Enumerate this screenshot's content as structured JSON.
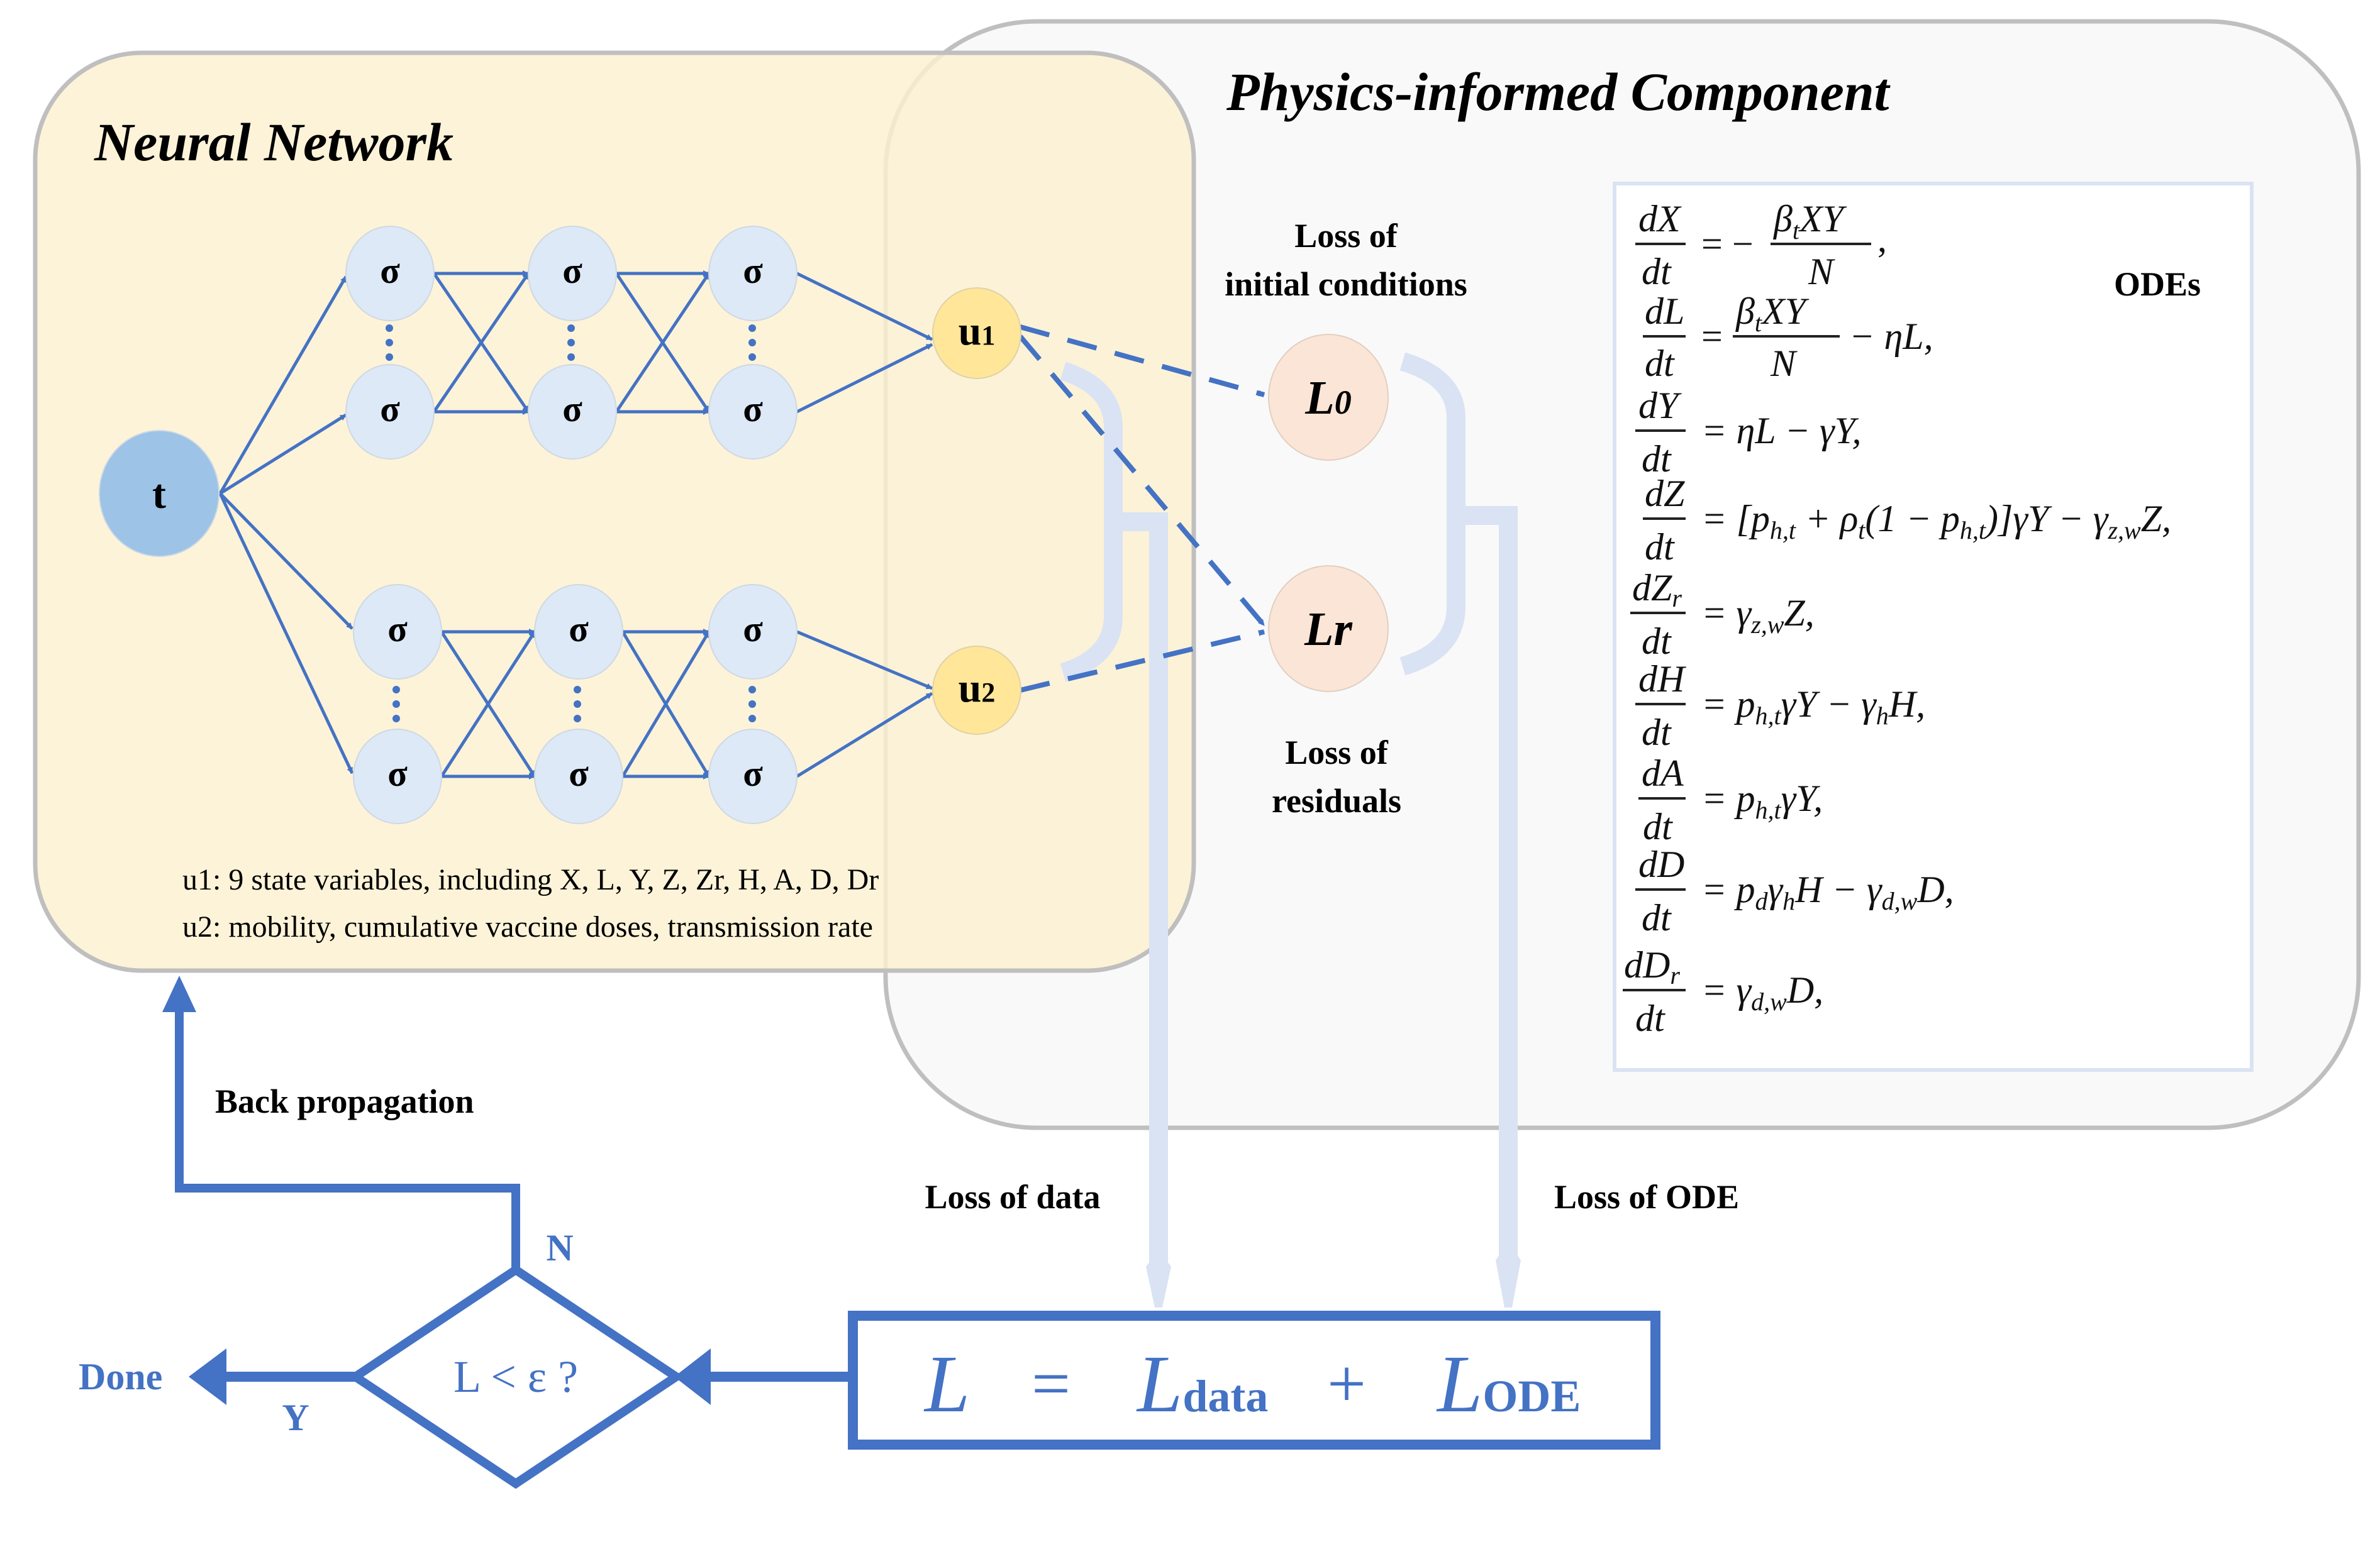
{
  "titles": {
    "neural_network": "Neural Network",
    "physics_component": "Physics-informed Component"
  },
  "nodes": {
    "input": "t",
    "hidden": "σ",
    "ellipsis": "⋮",
    "outputs": [
      {
        "base": "u",
        "sub": "1"
      },
      {
        "base": "u",
        "sub": "2"
      }
    ],
    "losses": [
      {
        "base": "L",
        "sub": "0"
      },
      {
        "base": "L",
        "sub": "r"
      }
    ]
  },
  "loss_labels": {
    "initial_line1": "Loss of",
    "initial_line2": "initial conditions",
    "residual_line1": "Loss of",
    "residual_line2": "residuals",
    "data": "Loss of data",
    "ode": "Loss of ODE"
  },
  "captions": {
    "u1": "u1: 9 state variables, including X, L, Y, Z, Zr, H, A, D, Dr",
    "u2": "u2: mobility, cumulative vaccine doses, transmission rate"
  },
  "odes": {
    "label": "ODEs",
    "equations": [
      {
        "lhs_num": "dX",
        "lhs_den": "dt",
        "rhs": "= −β_t XY / N,"
      },
      {
        "lhs_num": "dL",
        "lhs_den": "dt",
        "rhs": "= β_t XY / N − ηL,"
      },
      {
        "lhs_num": "dY",
        "lhs_den": "dt",
        "rhs": "= ηL − γY,"
      },
      {
        "lhs_num": "dZ",
        "lhs_den": "dt",
        "rhs": "= [p_h,t + ρ_t(1 − p_h,t)]γY − γ_z,w Z,"
      },
      {
        "lhs_num": "dZ_r",
        "lhs_den": "dt",
        "rhs": "= γ_z,w Z,"
      },
      {
        "lhs_num": "dH",
        "lhs_den": "dt",
        "rhs": "= p_h,t γY − γ_h H,"
      },
      {
        "lhs_num": "dA",
        "lhs_den": "dt",
        "rhs": "= p_h,t γY,"
      },
      {
        "lhs_num": "dD",
        "lhs_den": "dt",
        "rhs": "= p_d γ_h H − γ_d,w D,"
      },
      {
        "lhs_num": "dD_r",
        "lhs_den": "dt",
        "rhs": "= γ_d,w D,"
      }
    ],
    "rendered": {
      "e1": {
        "num": "dX",
        "den": "dt",
        "rhs_a": "= −",
        "frac_num_b": "β",
        "frac_num_sub": "t",
        "frac_num_c": "XY",
        "frac_den": "N",
        "tail": ","
      },
      "e2": {
        "num": "dL",
        "den": "dt",
        "rhs_a": "=",
        "frac_num_b": "β",
        "frac_num_sub": "t",
        "frac_num_c": "XY",
        "frac_den": "N",
        "tail": "− ηL,"
      },
      "e3": {
        "num": "dY",
        "den": "dt",
        "rhs": "= ηL − γY,"
      },
      "e4": {
        "num": "dZ",
        "den": "dt",
        "p1": "= [p",
        "s1": "h,t",
        "p2": " + ρ",
        "s2": "t",
        "p3": "(1 − p",
        "s3": "h,t",
        "p4": ")]γY − γ",
        "s4": "z,w",
        "p5": "Z,"
      },
      "e5": {
        "num": "dZ",
        "num_sub": "r",
        "den": "dt",
        "p1": "= γ",
        "s1": "z,w",
        "p2": "Z,"
      },
      "e6": {
        "num": "dH",
        "den": "dt",
        "p1": "= p",
        "s1": "h,t",
        "p2": "γY − γ",
        "s2": "h",
        "p3": "H,"
      },
      "e7": {
        "num": "dA",
        "den": "dt",
        "p1": "= p",
        "s1": "h,t",
        "p2": "γY,"
      },
      "e8": {
        "num": "dD",
        "den": "dt",
        "p1": "= p",
        "s1": "d",
        "p2": "γ",
        "s2": "h",
        "p3": "H − γ",
        "s3": "d,w",
        "p4": "D,"
      },
      "e9": {
        "num": "dD",
        "num_sub": "r",
        "den": "dt",
        "p1": "= γ",
        "s1": "d,w",
        "p2": "D,"
      }
    }
  },
  "total_loss": {
    "lhs": "L",
    "equals": "=",
    "term1_base": "L",
    "term1_sub": "data",
    "plus": "+",
    "term2_base": "L",
    "term2_sub": "ODE"
  },
  "decision": {
    "condition": "L < ε ?",
    "yes_label": "Y",
    "no_label": "N",
    "done_label": "Done",
    "back_label": "Back propagation"
  },
  "colors": {
    "accent_blue": "#4472c4",
    "nn_background": "#fdf2d6",
    "physics_background": "#f9f9f9",
    "box_border": "#bfbfbf",
    "input_node": "#9dc3e6",
    "hidden_node": "#dde9f6",
    "output_node": "#ffe699",
    "loss_node": "#fbe5d6",
    "light_flow": "#dae3f3"
  }
}
